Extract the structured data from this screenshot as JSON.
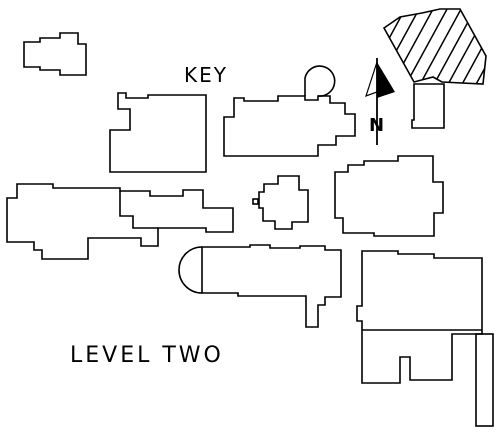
{
  "labels": {
    "key": "KEY",
    "level": "LEVEL TWO",
    "north": "N"
  },
  "colors": {
    "ink": "#000000",
    "background": "#ffffff"
  },
  "icons": {
    "north_arrow": "north-arrow-icon"
  }
}
